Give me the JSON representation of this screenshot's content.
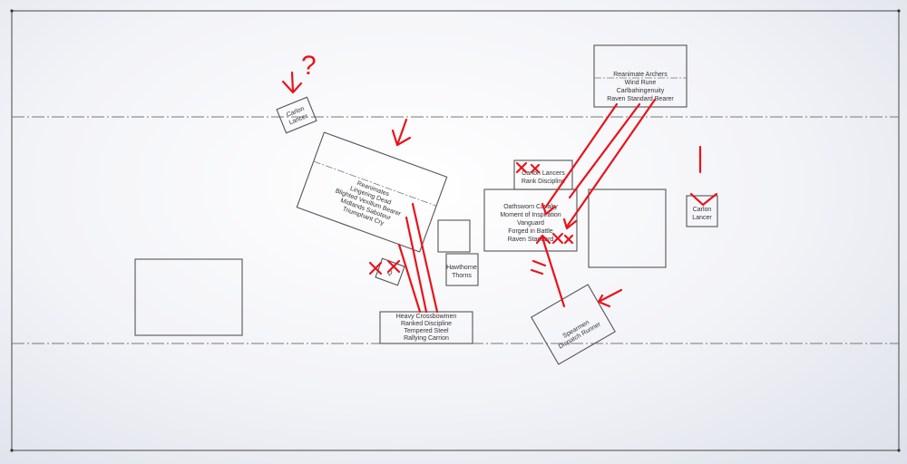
{
  "colors": {
    "sketch_line": "#555555",
    "markup": "#e8141b",
    "centerline": "#777777"
  },
  "units": [
    {
      "id": "carlon-lancer-left",
      "lines": [
        "Carlon",
        "Lancer"
      ]
    },
    {
      "id": "reanimates-block",
      "lines": [
        "Reanimates",
        "Lingering Dead",
        "Blighted Vexillum Bearer",
        "Midlands Saboteur",
        "Triumphant Cry"
      ]
    },
    {
      "id": "reanimate-archers",
      "lines": [
        "Reanimate Archers",
        "Wind Rune",
        "Carlbahingenuity",
        "Raven Standard Bearer"
      ]
    },
    {
      "id": "carlon-lancers-center",
      "lines": [
        "Carlon Lancers",
        "Rank Discipline"
      ]
    },
    {
      "id": "oathsworn-cavalry",
      "lines": [
        "Oathsworn Cavalry",
        "Moment of Inspiration",
        "Vanguard",
        "Forged in Battle",
        "Raven Standard"
      ]
    },
    {
      "id": "hawthorne-thorns",
      "lines": [
        "Hawthorne",
        "Thorns"
      ]
    },
    {
      "id": "heavy-crossbowmen",
      "lines": [
        "Heavy Crossbowmen",
        "Ranked Discipline",
        "Tempered Steel",
        "Rallying Carrion"
      ]
    },
    {
      "id": "spearmen",
      "lines": [
        "Spearmen",
        "Dispatch Runner"
      ]
    },
    {
      "id": "carlon-lancer-right",
      "lines": [
        "Carlon",
        "Lancer"
      ]
    },
    {
      "id": "small-square",
      "lines": [
        "Q"
      ]
    }
  ],
  "annotations": {
    "question_mark": "?"
  }
}
